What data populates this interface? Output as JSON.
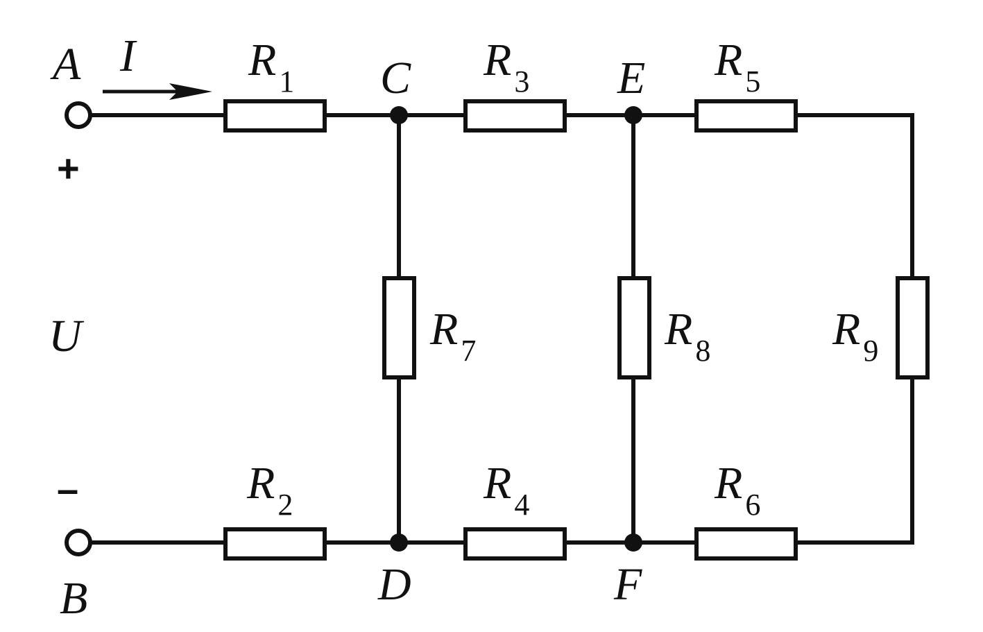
{
  "terminals": {
    "a": "A",
    "b": "B",
    "plus": "+",
    "minus": "–"
  },
  "voltage_label": "U",
  "current_label": "I",
  "nodes": {
    "c": "C",
    "d": "D",
    "e": "E",
    "f": "F"
  },
  "resistors": [
    {
      "letter": "R",
      "sub": "1"
    },
    {
      "letter": "R",
      "sub": "2"
    },
    {
      "letter": "R",
      "sub": "3"
    },
    {
      "letter": "R",
      "sub": "4"
    },
    {
      "letter": "R",
      "sub": "5"
    },
    {
      "letter": "R",
      "sub": "6"
    },
    {
      "letter": "R",
      "sub": "7"
    },
    {
      "letter": "R",
      "sub": "8"
    },
    {
      "letter": "R",
      "sub": "9"
    }
  ]
}
